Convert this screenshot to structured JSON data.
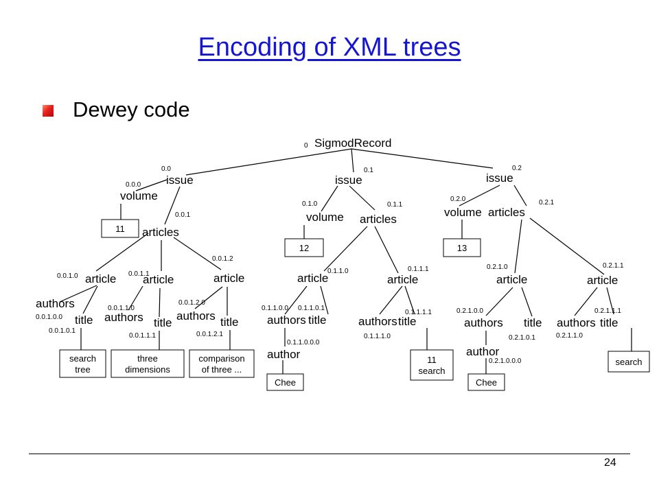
{
  "title": "Encoding of XML trees",
  "bullet": "Dewey code",
  "page_number": "24",
  "colors": {
    "title": "#1414d8",
    "bullet_accent": "#e8221c"
  },
  "tree": {
    "nodes": [
      {
        "id": "root",
        "label": "SigmodRecord",
        "code": "0"
      },
      {
        "id": "i0",
        "label": "issue",
        "code": "0.0"
      },
      {
        "id": "i1",
        "label": "issue",
        "code": "0.1"
      },
      {
        "id": "i2",
        "label": "issue",
        "code": "0.2"
      },
      {
        "id": "i0-vol",
        "label": "volume",
        "code": "0.0.0"
      },
      {
        "id": "i0-arts",
        "label": "articles",
        "code": "0.0.1"
      },
      {
        "id": "i0-a0",
        "label": "article",
        "code": "0.0.1.0"
      },
      {
        "id": "i0-a1",
        "label": "article",
        "code": "0.0.1.1"
      },
      {
        "id": "i0-a2",
        "label": "article",
        "code": "0.0.1.2"
      },
      {
        "id": "i0-a0-authors",
        "label": "authors",
        "code": "0.0.1.0.0"
      },
      {
        "id": "i0-a0-title",
        "label": "title",
        "code": "0.0.1.0.1"
      },
      {
        "id": "i0-a1-authors",
        "label": "authors",
        "code": "0.0.1.1.0"
      },
      {
        "id": "i0-a1-title",
        "label": "title",
        "code": "0.0.1.1.1"
      },
      {
        "id": "i0-a2-authors",
        "label": "authors",
        "code": "0.0.1.2.0"
      },
      {
        "id": "i0-a2-title",
        "label": "title",
        "code": "0.0.1.2.1"
      },
      {
        "id": "i1-vol",
        "label": "volume",
        "code": "0.1.0"
      },
      {
        "id": "i1-arts",
        "label": "articles",
        "code": "0.1.1"
      },
      {
        "id": "i1-a0",
        "label": "article",
        "code": "0.1.1.0"
      },
      {
        "id": "i1-a1",
        "label": "article",
        "code": "0.1.1.1"
      },
      {
        "id": "i1-a0-authors",
        "label": "authors",
        "code": "0.1.1.0.0"
      },
      {
        "id": "i1-a0-title",
        "label": "title",
        "code": "0.1.1.0.1"
      },
      {
        "id": "i1-a0-author",
        "label": "author",
        "code": "0.1.1.0.0.0"
      },
      {
        "id": "i1-a1-authors",
        "label": "authors",
        "code": "0.1.1.1.0"
      },
      {
        "id": "i1-a1-title",
        "label": "title",
        "code": "0.1.1.1.1"
      },
      {
        "id": "i2-vol",
        "label": "volume",
        "code": "0.2.0"
      },
      {
        "id": "i2-arts",
        "label": "articles",
        "code": "0.2.1"
      },
      {
        "id": "i2-a0",
        "label": "article",
        "code": "0.2.1.0"
      },
      {
        "id": "i2-a1",
        "label": "article",
        "code": "0.2.1.1"
      },
      {
        "id": "i2-a0-authors",
        "label": "authors",
        "code": "0.2.1.0.0"
      },
      {
        "id": "i2-a0-title",
        "label": "title",
        "code": "0.2.1.0.1"
      },
      {
        "id": "i2-a0-author",
        "label": "author",
        "code": "0.2.1.0.0.0"
      },
      {
        "id": "i2-a1-authors",
        "label": "authors",
        "code": "0.2.1.1.0"
      },
      {
        "id": "i2-a1-title",
        "label": "title",
        "code": "0.2.1.1.1"
      }
    ],
    "values": [
      {
        "id": "v-11",
        "lines": [
          "11"
        ]
      },
      {
        "id": "v-12",
        "lines": [
          "12"
        ]
      },
      {
        "id": "v-13",
        "lines": [
          "13"
        ]
      },
      {
        "id": "v-search-tree",
        "lines": [
          "search",
          "tree"
        ]
      },
      {
        "id": "v-three-dim",
        "lines": [
          "three",
          "dimensions"
        ]
      },
      {
        "id": "v-comparison",
        "lines": [
          "comparison",
          "of three ..."
        ]
      },
      {
        "id": "v-chee-1",
        "lines": [
          "Chee"
        ]
      },
      {
        "id": "v-11-search",
        "lines": [
          "11",
          "search"
        ]
      },
      {
        "id": "v-chee-2",
        "lines": [
          "Chee"
        ]
      },
      {
        "id": "v-search",
        "lines": [
          "search"
        ]
      }
    ]
  }
}
